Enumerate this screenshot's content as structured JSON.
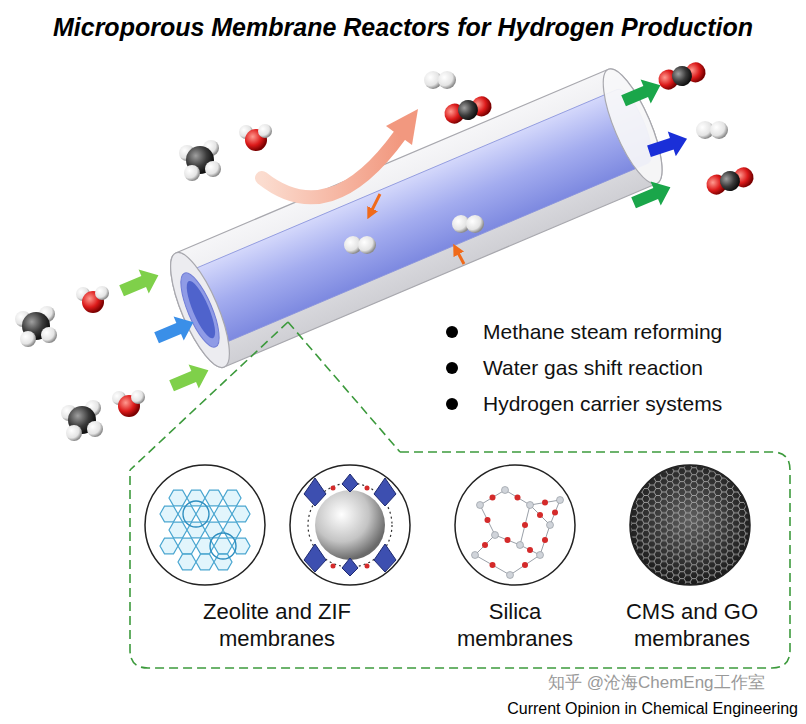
{
  "diagram": {
    "title": "Microporous Membrane Reactors for Hydrogen Production",
    "caption": "Current Opinion in Chemical Engineering",
    "nodes": [
      {
        "text": [
          "Zeolite and ZIF membranes",
          "Silica membranes",
          "CMS and GO membranes"
        ]
      }
    ],
    "labels": [
      "Methane steam reforming",
      "Water gas shift reaction",
      "Hydrogen carrier systems",
      "知乎 @沧海ChemEng工作室"
    ]
  }
}
